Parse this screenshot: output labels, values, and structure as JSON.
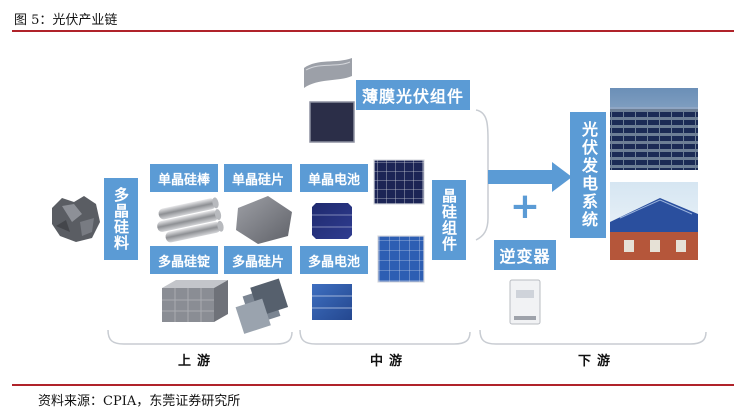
{
  "header": {
    "figure_title": "图 5：光伏产业链"
  },
  "footer": {
    "source": "资料来源：CPIA，东莞证券研究所"
  },
  "diagram": {
    "raw_material": "多晶硅料",
    "upstream_items": {
      "mono_rod": "单晶硅棒",
      "mono_wafer": "单晶硅片",
      "poly_ingot": "多晶硅锭",
      "poly_wafer": "多晶硅片"
    },
    "midstream_items": {
      "mono_cell": "单晶电池",
      "poly_cell": "多晶电池",
      "crystal_module": "晶硅组件",
      "thin_film_module": "薄膜光伏组件"
    },
    "downstream_items": {
      "pv_generation": "光伏发电系统",
      "plus": "+",
      "inverter": "逆变器"
    },
    "stages": {
      "upstream": "上游",
      "midstream": "中游",
      "downstream": "下游"
    }
  },
  "colors": {
    "accent_blue": "#5b9bd5",
    "rule_red": "#b0232a",
    "bracket_gray": "#c8ccd2"
  }
}
